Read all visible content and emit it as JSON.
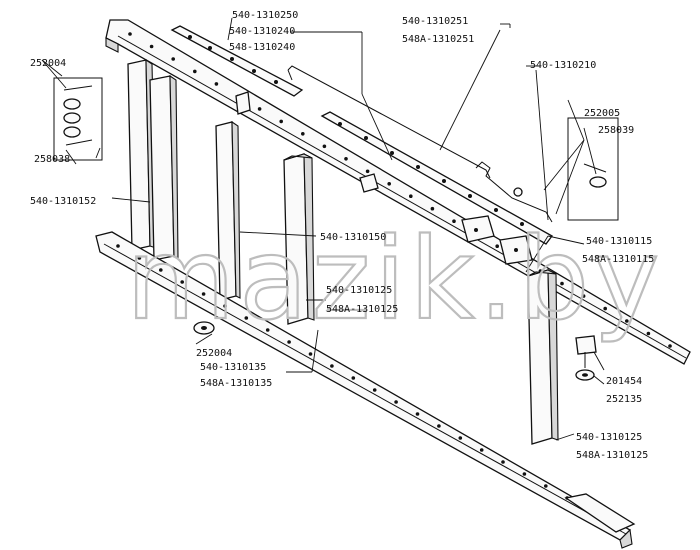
{
  "watermark": "mazik.by",
  "labels": {
    "l1": "540-1310250",
    "l2": "540-1310240",
    "l3": "548-1310240",
    "l4": "540-1310251",
    "l5": "548A-1310251",
    "l6": "540-1310210",
    "l7": "252004",
    "l8": "258038",
    "l9": "540-1310152",
    "l10": "252005",
    "l11": "258039",
    "l12": "540-1310150",
    "l13": "540-1310115",
    "l14": "548A-1310115",
    "l15": "540-1310125",
    "l16": "548A-1310125",
    "l17": "252004",
    "l18": "540-1310135",
    "l19": "548A-1310135",
    "l20": "201454",
    "l21": "252135",
    "l22": "540-1310125",
    "l23": "548A-1310125"
  }
}
